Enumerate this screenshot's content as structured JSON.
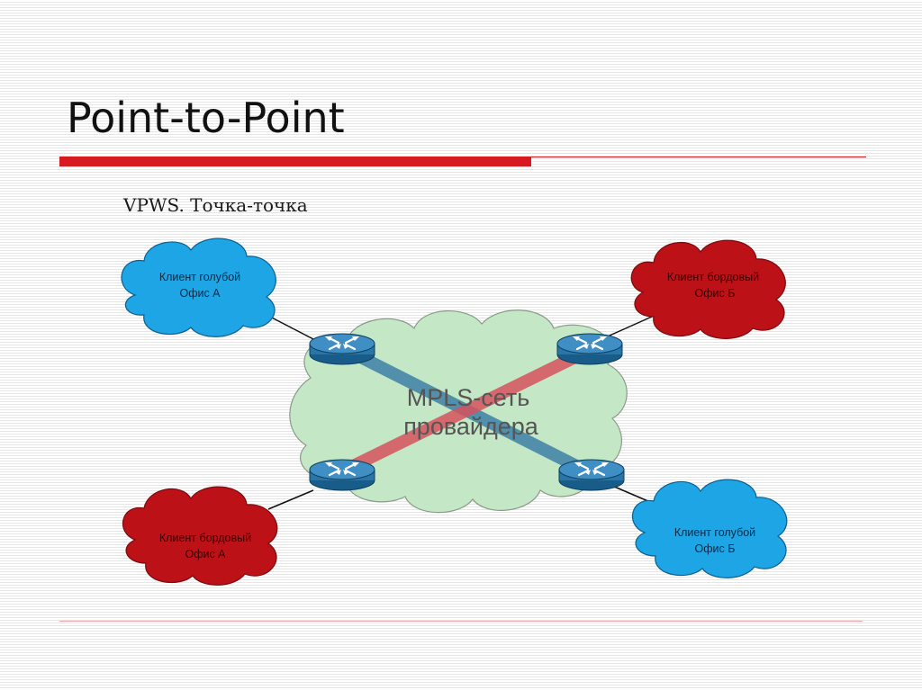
{
  "slide": {
    "title": "Point-to-Point",
    "subtitle": "VPWS. Точка-точка"
  },
  "diagram": {
    "core": {
      "line1": "MPLS-сеть",
      "line2": "провайдера",
      "color": "#c4e8c6"
    },
    "clients": {
      "blue_a": {
        "line1": "Клиент голубой",
        "line2": "Офис А",
        "color": "#1ea5e6"
      },
      "bordo_b": {
        "line1": "Клиент бордовый",
        "line2": "Офис Б",
        "color": "#bb1117"
      },
      "bordo_a": {
        "line1": "Клиент бордовый",
        "line2": "Офис А",
        "color": "#bb1117"
      },
      "blue_b": {
        "line1": "Клиент голубой",
        "line2": "Офис Б",
        "color": "#1ea5e6"
      }
    },
    "pseudowires": {
      "blue_color": "#3d7fa6",
      "red_color": "#d6525d"
    },
    "router_color": "#2e7fb3"
  }
}
